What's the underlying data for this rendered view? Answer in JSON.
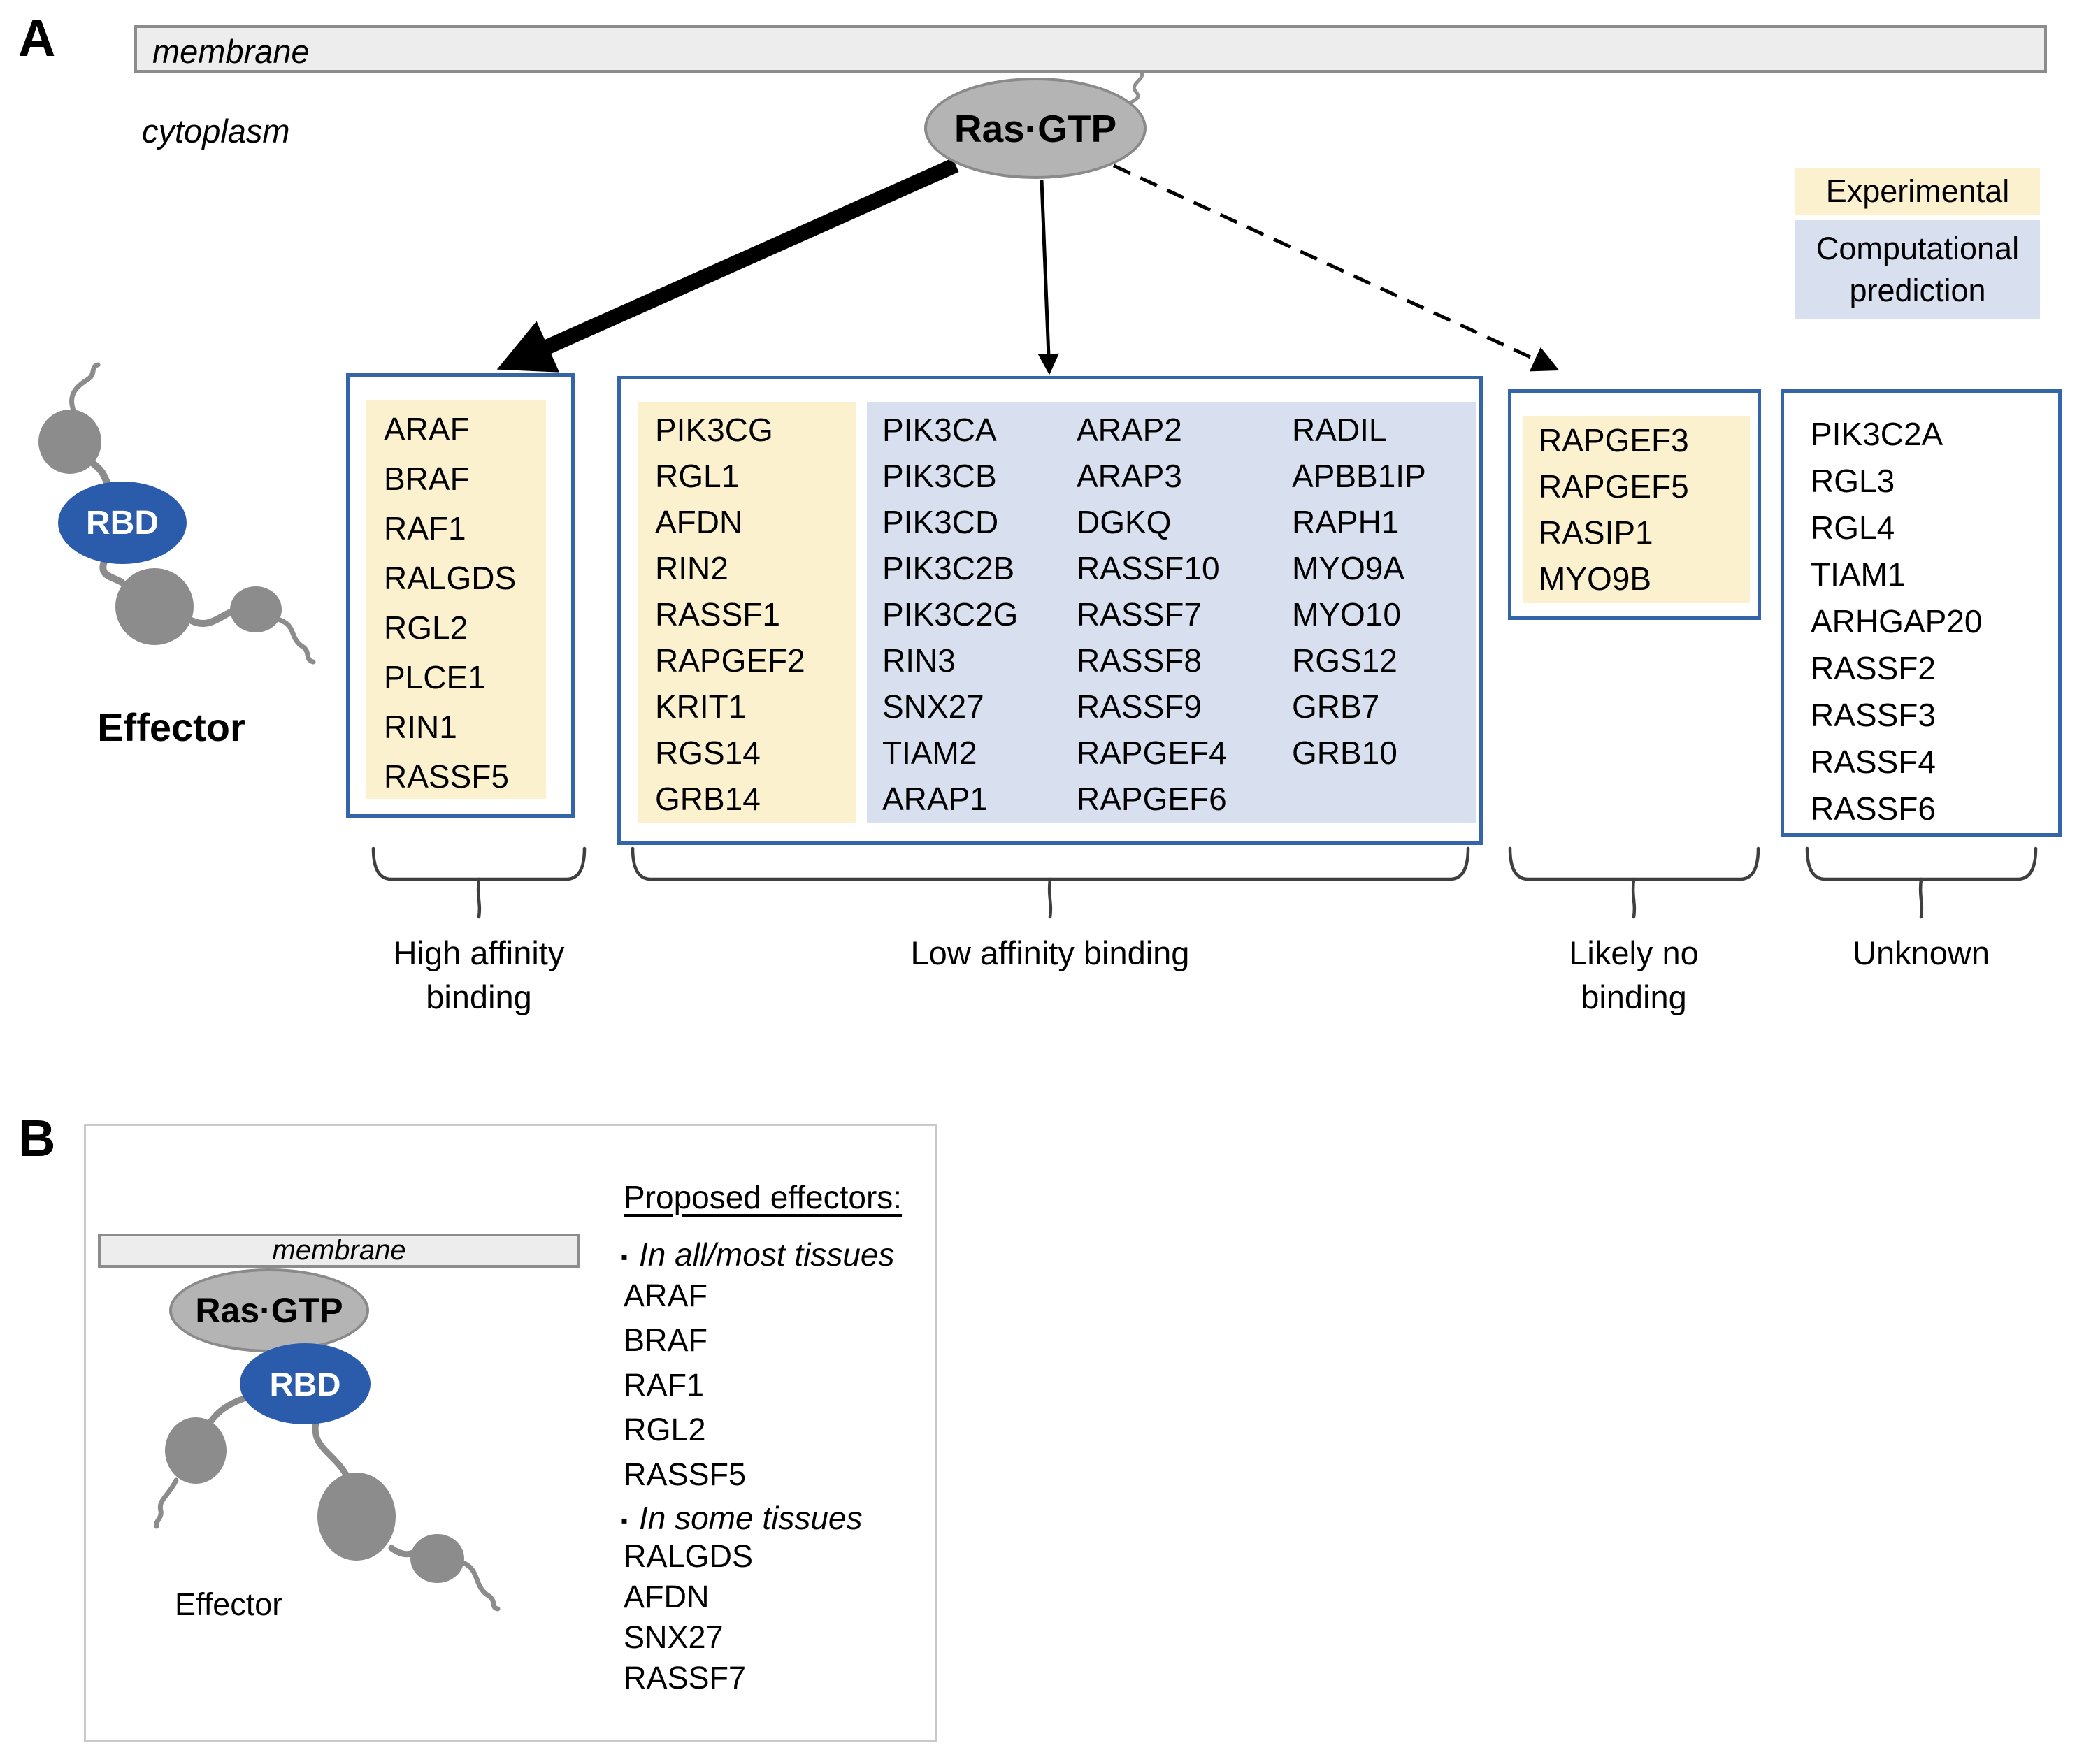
{
  "colors": {
    "experimental_fill": "#FBF1CE",
    "computational_fill": "#D8E0F0",
    "box_border_blue": "#3465A8",
    "rbd_blue": "#2A5CAB",
    "ras_gray": "#B4B4B4",
    "blob_gray": "#8C8C8C",
    "membrane_gray": "#EDEDED"
  },
  "panel_a": {
    "label": "A",
    "membrane_label": "membrane",
    "cytoplasm_label": "cytoplasm",
    "ras_gtp_label": "Ras·GTP",
    "legend": {
      "experimental_label": "Experimental",
      "computational_label": "Computational prediction"
    },
    "effector": {
      "rbd_label": "RBD",
      "label": "Effector"
    },
    "groups": {
      "high_affinity": {
        "label_line1": "High affinity",
        "label_line2": "binding",
        "experimental": [
          "ARAF",
          "BRAF",
          "RAF1",
          "RALGDS",
          "RGL2",
          "PLCE1",
          "RIN1",
          "RASSF5"
        ]
      },
      "low_affinity": {
        "label": "Low affinity binding",
        "experimental": [
          "PIK3CG",
          "RGL1",
          "AFDN",
          "RIN2",
          "RASSF1",
          "RAPGEF2",
          "KRIT1",
          "RGS14",
          "GRB14"
        ],
        "computational_col1": [
          "PIK3CA",
          "PIK3CB",
          "PIK3CD",
          "PIK3C2B",
          "PIK3C2G",
          "RIN3",
          "SNX27",
          "TIAM2",
          "ARAP1"
        ],
        "computational_col2": [
          "ARAP2",
          "ARAP3",
          "DGKQ",
          "RASSF10",
          "RASSF7",
          "RASSF8",
          "RASSF9",
          "RAPGEF4",
          "RAPGEF6"
        ],
        "computational_col3": [
          "RADIL",
          "APBB1IP",
          "RAPH1",
          "MYO9A",
          "MYO10",
          "RGS12",
          "GRB7",
          "GRB10"
        ]
      },
      "likely_no_binding": {
        "label_line1": "Likely no",
        "label_line2": "binding",
        "experimental": [
          "RAPGEF3",
          "RAPGEF5",
          "RASIP1",
          "MYO9B"
        ]
      },
      "unknown": {
        "label": "Unknown",
        "genes": [
          "PIK3C2A",
          "RGL3",
          "RGL4",
          "TIAM1",
          "ARHGAP20",
          "RASSF2",
          "RASSF3",
          "RASSF4",
          "RASSF6"
        ]
      }
    }
  },
  "panel_b": {
    "label": "B",
    "membrane_label": "membrane",
    "ras_gtp_label": "Ras·GTP",
    "rbd_label": "RBD",
    "effector_label": "Effector",
    "proposed_title": "Proposed effectors:",
    "bullet_glyph": "▪",
    "all_tissues_heading": "In all/most tissues",
    "all_tissues": [
      "ARAF",
      "BRAF",
      "RAF1",
      "RGL2",
      "RASSF5"
    ],
    "some_tissues_heading": "In some tissues",
    "some_tissues": [
      "RALGDS",
      "AFDN",
      "SNX27",
      "RASSF7"
    ]
  }
}
